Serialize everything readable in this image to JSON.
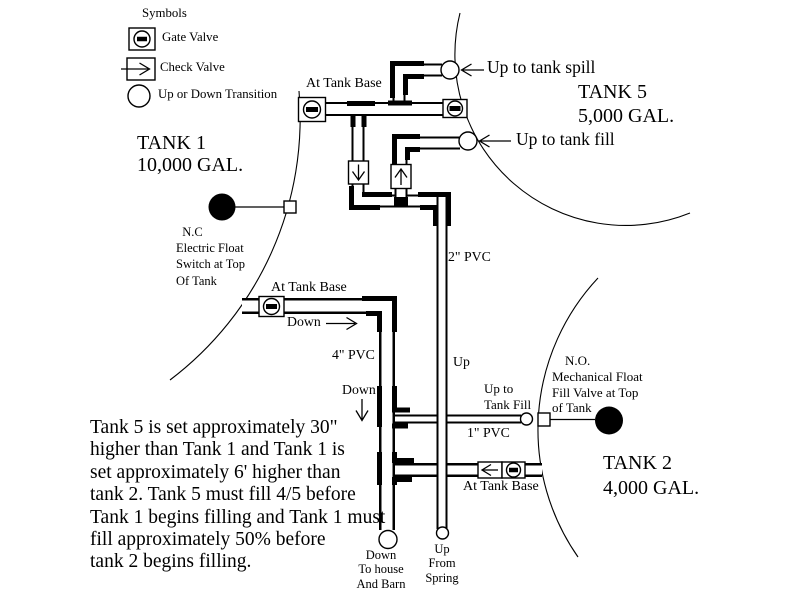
{
  "legend": {
    "title": "Symbols",
    "gate_valve": "Gate Valve",
    "check_valve": "Check Valve",
    "transition": "Up or Down Transition"
  },
  "tanks": {
    "tank1": {
      "title": "TANK 1\n10,000 GAL."
    },
    "tank5": {
      "title": "TANK 5\n5,000 GAL."
    },
    "tank2": {
      "title": "TANK 2\n4,000 GAL."
    }
  },
  "labels": {
    "at_tank_base": "At Tank Base",
    "up_to_tank_spill": "Up to tank spill",
    "up_to_tank_fill": "Up to tank fill",
    "up_to_tank_fill_small": "Up to\nTank Fill",
    "pvc_2in": "2\" PVC",
    "pvc_4in": "4\" PVC",
    "pvc_1in": "1\" PVC",
    "down": "Down",
    "up": "Up",
    "nc_float_switch": "  N.C\nElectric Float\nSwitch at Top\nOf Tank",
    "no_float_valve": "    N.O.\nMechanical Float\nFill Valve at Top\nof Tank",
    "down_to_house": "Down\nTo house\nAnd Barn",
    "up_from_spring": "Up\nFrom\nSpring"
  },
  "notes": {
    "elevation_note": "Tank 5 is set approximately 30\"\nhigher than Tank 1 and Tank 1 is\nset approximately 6' higher than\ntank 2. Tank 5 must fill 4/5 before\nTank 1 begins filling and Tank 1 must\nfill approximately 50% before\ntank 2 begins filling."
  }
}
